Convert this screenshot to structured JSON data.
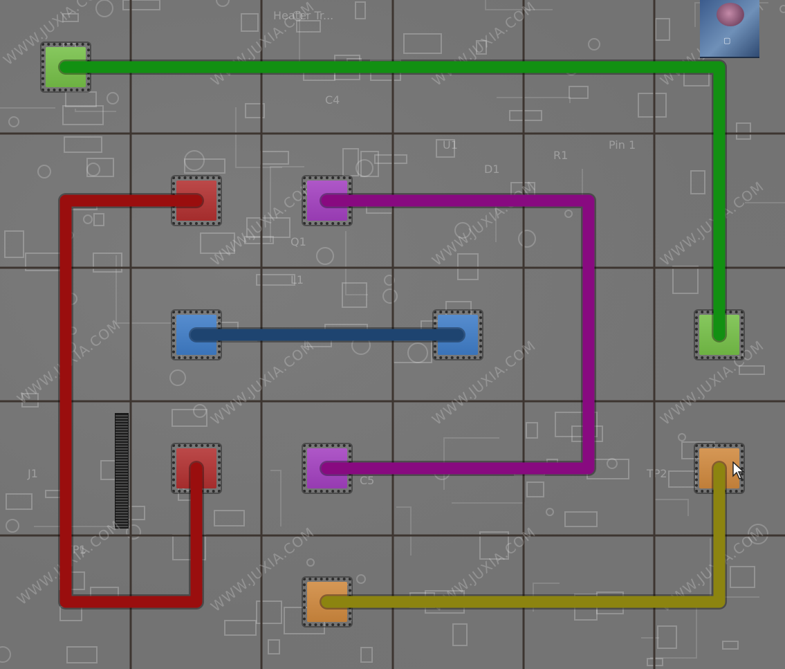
{
  "game": {
    "type": "flow-connect-puzzle",
    "grid": {
      "rows": 5,
      "cols": 6
    },
    "colors": {
      "grid_line": "#3d3530",
      "node_border": "#2c2c2c"
    },
    "pairs": [
      {
        "id": "green",
        "node_color": "#76c048",
        "line_color": "#129012",
        "nodes": [
          [
            0,
            0
          ],
          [
            2,
            5
          ]
        ],
        "path": [
          [
            0,
            0
          ],
          [
            0,
            5
          ],
          [
            2,
            5
          ]
        ]
      },
      {
        "id": "red",
        "node_color": "#b23030",
        "line_color": "#9a0e0e",
        "nodes": [
          [
            1,
            1
          ],
          [
            3,
            1
          ]
        ],
        "path": [
          [
            1,
            1
          ],
          [
            1,
            0
          ],
          [
            4,
            0
          ],
          [
            4,
            1
          ],
          [
            3,
            1
          ]
        ]
      },
      {
        "id": "purple",
        "node_color": "#a340c0",
        "line_color": "#880a80",
        "nodes": [
          [
            1,
            2
          ],
          [
            3,
            2
          ]
        ],
        "path": [
          [
            1,
            2
          ],
          [
            1,
            4
          ],
          [
            3,
            4
          ],
          [
            3,
            2
          ]
        ]
      },
      {
        "id": "blue",
        "node_color": "#3f7dc8",
        "line_color": "#1e4470",
        "nodes": [
          [
            2,
            1
          ],
          [
            2,
            3
          ]
        ],
        "path": [
          [
            2,
            1
          ],
          [
            2,
            3
          ]
        ]
      },
      {
        "id": "orange",
        "node_color": "#d0893e",
        "line_color": "#8c8410",
        "nodes": [
          [
            4,
            2
          ],
          [
            3,
            5
          ]
        ],
        "path": [
          [
            4,
            2
          ],
          [
            4,
            5
          ],
          [
            3,
            5
          ]
        ]
      }
    ]
  },
  "overlay": {
    "watermark_text": "WWW.JUXIA.COM",
    "cursor_icon": "mouse-pointer-icon",
    "photo_thumbnail_icon": "flower-photo-icon"
  },
  "pcb_labels": [
    "Heater Tr...",
    "Pin 1",
    "TP1",
    "TP2",
    "C4",
    "R1",
    "U1",
    "Q1",
    "C5",
    "D1",
    "L1",
    "J1"
  ]
}
